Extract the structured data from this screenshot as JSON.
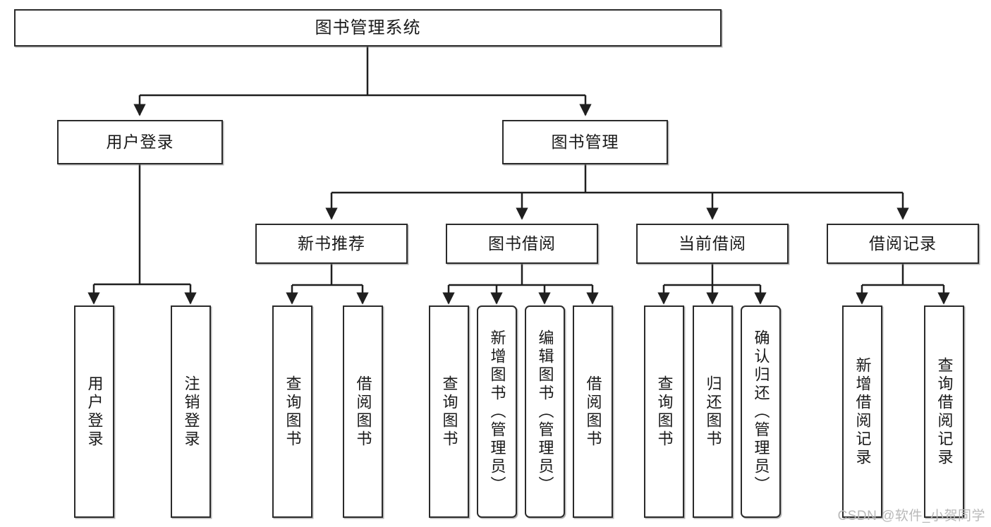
{
  "diagram": {
    "title": "图书管理系统",
    "type": "tree-hierarchy-diagram",
    "watermark": "CSDN @软件_小贺同学",
    "colors": {
      "box_border": "#2b2b2b",
      "box_fill": "#ffffff",
      "connector": "#1f1f1f",
      "text": "#1a1a1a",
      "watermark": "#b9b9b9"
    },
    "root": {
      "label": "图书管理系统"
    },
    "level2": [
      {
        "label": "用户登录"
      },
      {
        "label": "图书管理"
      }
    ],
    "level3": [
      {
        "label": "新书推荐"
      },
      {
        "label": "图书借阅"
      },
      {
        "label": "当前借阅"
      },
      {
        "label": "借阅记录"
      }
    ],
    "leaves": {
      "user_login": [
        {
          "label": "用户登录",
          "rounded": false
        },
        {
          "label": "注销登录",
          "rounded": false
        }
      ],
      "new_book": [
        {
          "label": "查询图书",
          "rounded": false
        },
        {
          "label": "借阅图书",
          "rounded": false
        }
      ],
      "book_borrow": [
        {
          "label": "查询图书",
          "rounded": false
        },
        {
          "label": "新增图书（管理员）",
          "rounded": true
        },
        {
          "label": "编辑图书（管理员）",
          "rounded": true
        },
        {
          "label": "借阅图书",
          "rounded": false
        }
      ],
      "current_borrow": [
        {
          "label": "查询图书",
          "rounded": false
        },
        {
          "label": "归还图书",
          "rounded": false
        },
        {
          "label": "确认归还（管理员）",
          "rounded": true
        }
      ],
      "borrow_record": [
        {
          "label": "新增借阅记录",
          "rounded": false
        },
        {
          "label": "查询借阅记录",
          "rounded": false
        }
      ]
    }
  }
}
